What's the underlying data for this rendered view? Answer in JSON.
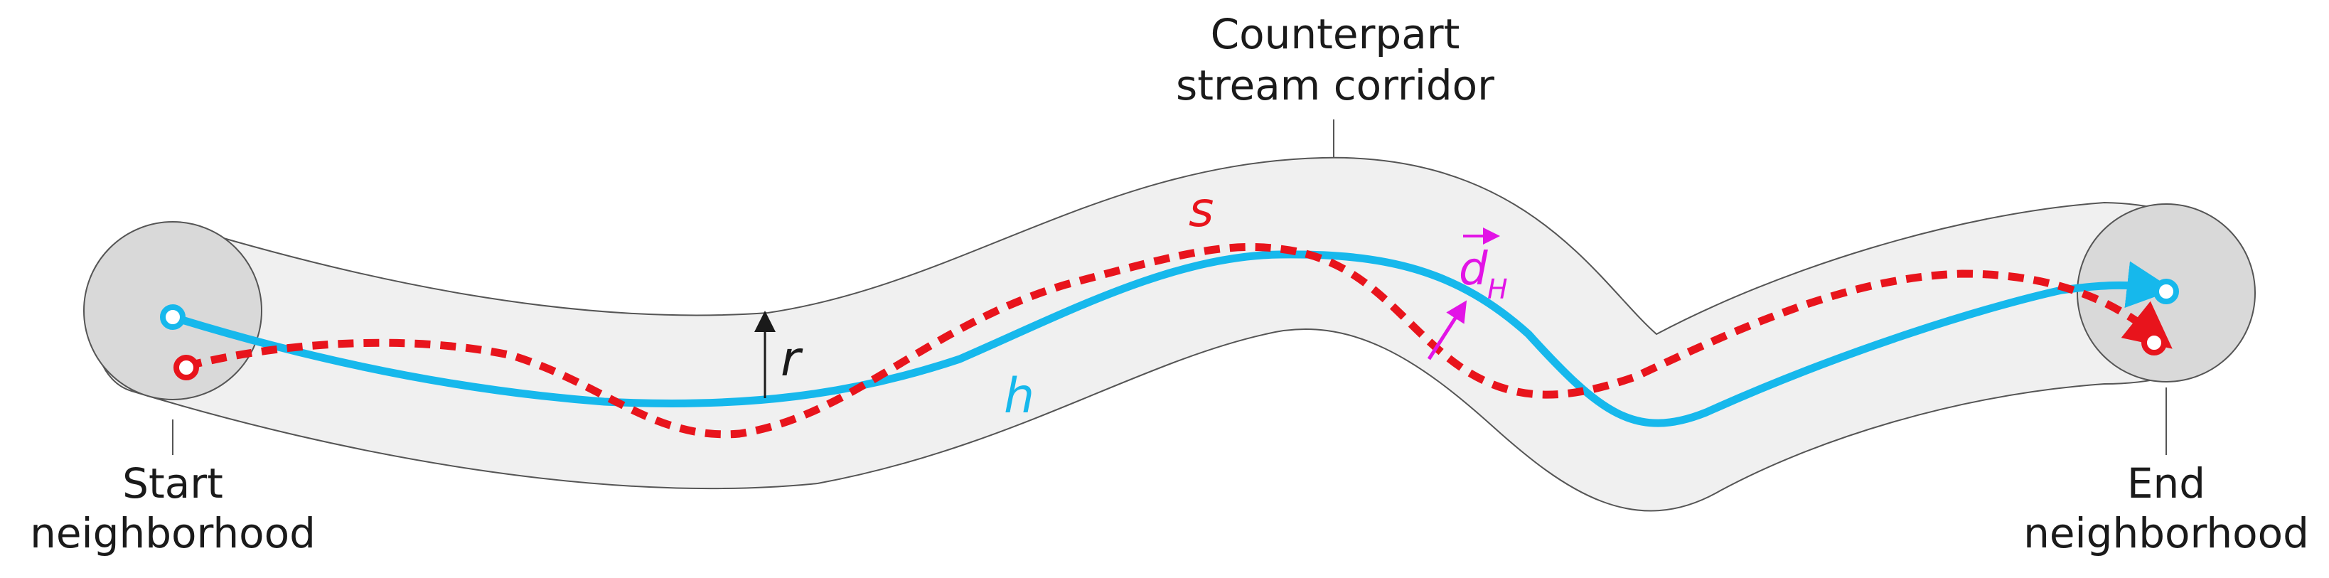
{
  "labels": {
    "corridor_line1": "Counterpart",
    "corridor_line2": "stream corridor",
    "start_line1": "Start",
    "start_line2": "neighborhood",
    "end_line1": "End",
    "end_line2": "neighborhood",
    "radius_symbol": "r",
    "stream_s_symbol": "s",
    "stream_h_symbol": "h",
    "distance_symbol": "d",
    "distance_subscript": "H"
  },
  "colors": {
    "stream_s": "#e8141c",
    "stream_h": "#16b8ec",
    "distance_vector": "#e214e6",
    "corridor_fill": "#f0f0f0",
    "neighborhood_fill": "#d9d9d9",
    "outline": "#555555",
    "text": "#1a1a1a"
  }
}
